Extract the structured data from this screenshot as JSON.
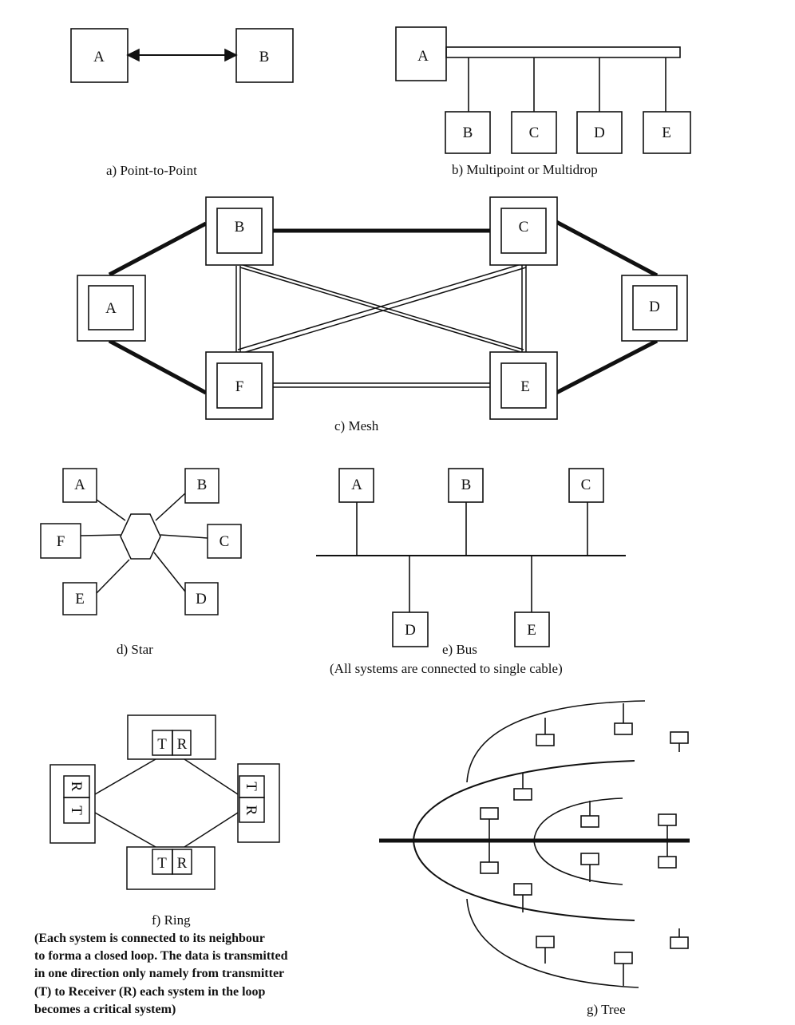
{
  "point_to_point": {
    "caption": "a)  Point-to-Point",
    "nodes": [
      "A",
      "B"
    ]
  },
  "multipoint": {
    "caption": "b)  Multipoint or Multidrop",
    "nodes": [
      "A",
      "B",
      "C",
      "D",
      "E"
    ]
  },
  "mesh": {
    "caption": "c)  Mesh",
    "nodes": [
      "A",
      "B",
      "C",
      "D",
      "E",
      "F"
    ]
  },
  "star": {
    "caption": "d)  Star",
    "nodes": [
      "A",
      "B",
      "C",
      "D",
      "E",
      "F"
    ]
  },
  "bus": {
    "caption": "e)  Bus",
    "note": "(All systems are connected to single cable)",
    "nodes": [
      "A",
      "B",
      "C",
      "D",
      "E"
    ]
  },
  "ring": {
    "caption": "f) Ring",
    "note_lines": [
      "(Each system is connected to its neighbour",
      "to forma a closed loop. The data is transmitted",
      "in one direction only namely from transmitter",
      "(T) to Receiver (R) each system in the loop",
      "becomes a critical system)"
    ],
    "t_label": "T",
    "r_label": "R"
  },
  "tree": {
    "caption": "g) Tree"
  }
}
